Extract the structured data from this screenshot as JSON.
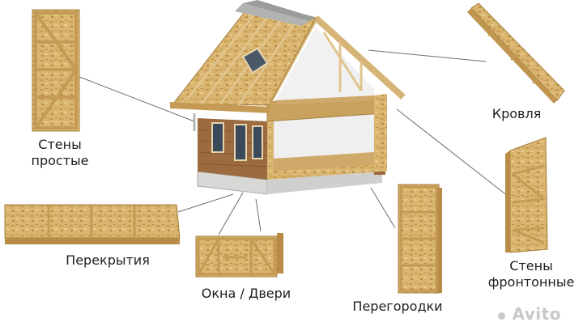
{
  "labels": {
    "walls_simple_line1": "Стены",
    "walls_simple_line2": "простые",
    "roof": "Кровля",
    "floors": "Перекрытия",
    "windows_doors": "Окна / Двери",
    "partitions": "Перегородки",
    "walls_gable_line1": "Стены",
    "walls_gable_line2": "фронтонные"
  },
  "watermark": "Avito",
  "colors": {
    "osb": "#d9b570",
    "timber": "#c9a25e",
    "roof_metal": "#9a9c9c",
    "leader_line": "#6e6e6e",
    "text": "#1e1e1e"
  }
}
